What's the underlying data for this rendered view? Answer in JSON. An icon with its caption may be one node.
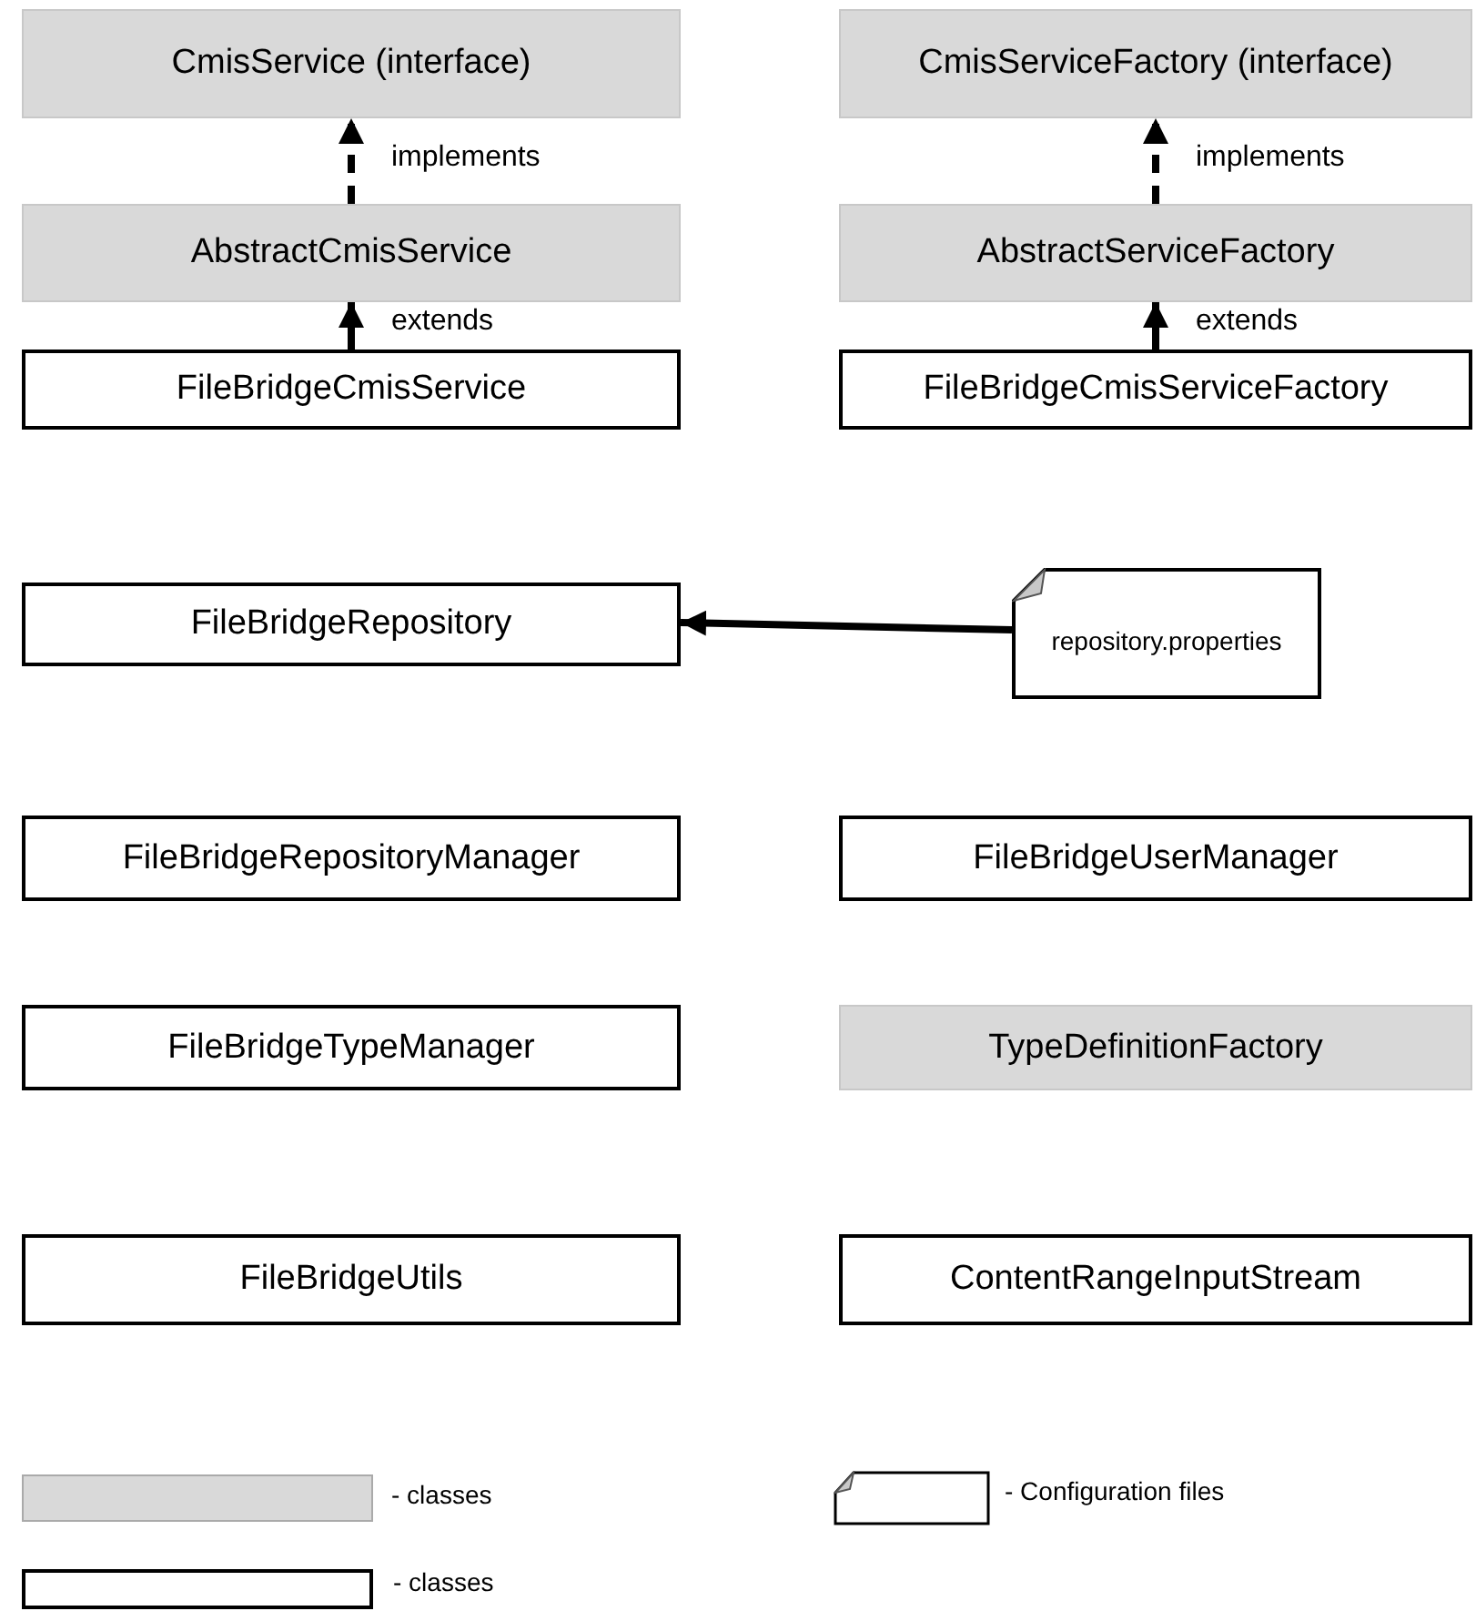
{
  "diagram": {
    "nodes": [
      {
        "text": [
          "CmisService (interface)"
        ]
      },
      {
        "text": [
          "CmisServiceFactory (interface)"
        ]
      },
      {
        "text": [
          "AbstractCmisService"
        ]
      },
      {
        "text": [
          "AbstractServiceFactory"
        ]
      },
      {
        "text": [
          "FileBridgeCmisService"
        ]
      },
      {
        "text": [
          "FileBridgeCmisServiceFactory"
        ]
      },
      {
        "text": [
          "FileBridgeRepository"
        ]
      },
      {
        "text": [
          "repository.properties"
        ]
      },
      {
        "text": [
          "FileBridgeRepositoryManager"
        ]
      },
      {
        "text": [
          "FileBridgeUserManager"
        ]
      },
      {
        "text": [
          "FileBridgeTypeManager"
        ]
      },
      {
        "text": [
          "TypeDefinitionFactory"
        ]
      },
      {
        "text": [
          "FileBridgeUtils"
        ]
      },
      {
        "text": [
          "ContentRangeInputStream"
        ]
      }
    ],
    "edges": [
      {
        "from": 2,
        "to": 0,
        "arrow": "to",
        "label": "implements",
        "style": "dashed"
      },
      {
        "from": 3,
        "to": 1,
        "arrow": "to",
        "label": "implements",
        "style": "dashed"
      },
      {
        "from": 4,
        "to": 2,
        "arrow": "to",
        "label": "extends"
      },
      {
        "from": 5,
        "to": 3,
        "arrow": "to",
        "label": "extends"
      },
      {
        "from": 7,
        "to": 6,
        "arrow": "to"
      }
    ],
    "legend": [
      {
        "text": "- classes",
        "color": "#d9d9d9"
      },
      {
        "text": "- Configuration files"
      },
      {
        "text": "- classes",
        "color": "#ffffff"
      }
    ]
  }
}
